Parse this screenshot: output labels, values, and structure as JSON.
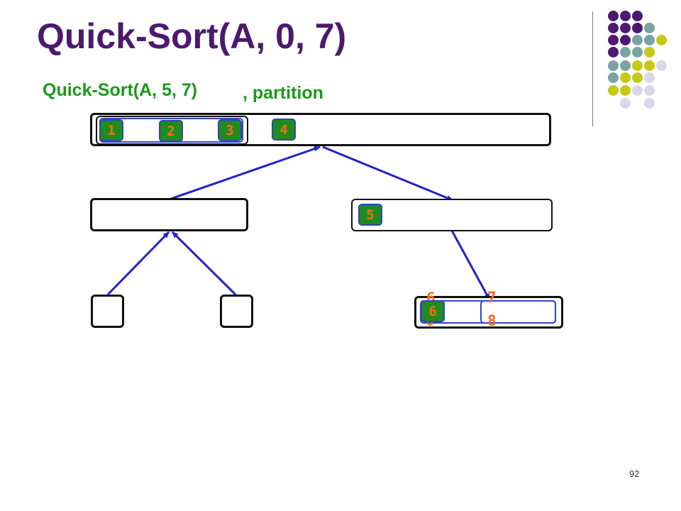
{
  "slide": {
    "title": "Quick-Sort(A, 0, 7)",
    "subtitle_call": "Quick-Sort(A, 5, 7)",
    "subtitle_action": ", partition",
    "slide_number": "92"
  },
  "tree": {
    "nodes": [
      "1",
      "2",
      "3",
      "4",
      "5",
      "6"
    ],
    "stacked_labels": [
      "7",
      "8"
    ],
    "ghost_label": "6",
    "ghost_label_bottom": "8"
  },
  "colors": {
    "title": "#4b1a6e",
    "subtitle": "#1a9a1a",
    "node_fill": "#1e8c1e",
    "node_text": "#ff6a1a",
    "arrow": "#2222cc"
  },
  "decoration": {
    "dot_colors": [
      "#4b1a6e",
      "#7aa3a3",
      "#c8c818",
      "#d8d8e8"
    ]
  }
}
